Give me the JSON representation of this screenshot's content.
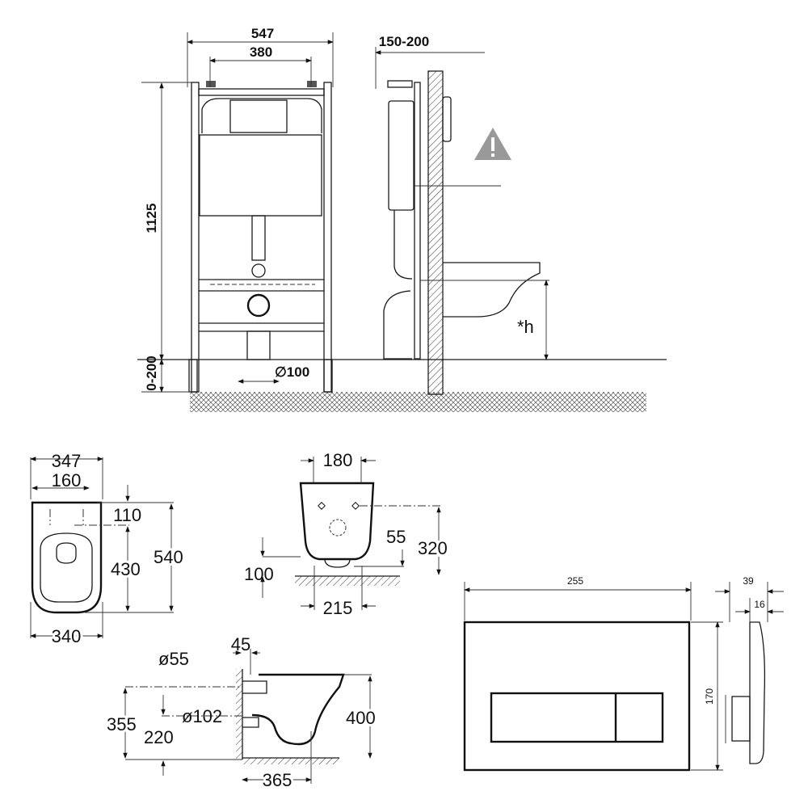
{
  "installation_frame": {
    "width_outer": "547",
    "width_inner": "380",
    "height": "1125",
    "leg_adjust": "0-200",
    "drain_diameter": "∅100",
    "wall_depth": "150-200",
    "bowl_height": "*h",
    "warning_icon": "warning-triangle"
  },
  "bowl_top_view": {
    "overall_width": "347",
    "hole_spacing": "160",
    "hole_offset": "110",
    "hole_to_front": "430",
    "length": "540",
    "base_width": "340"
  },
  "bowl_rear_view": {
    "hole_spacing": "180",
    "outlet_offset": "55",
    "bolt_height": "320",
    "outlet_height": "100",
    "width_at_floor": "215"
  },
  "bowl_side_view": {
    "wall_gap": "45",
    "inlet_diameter": "ø55",
    "outlet_diameter": "ø102",
    "inlet_height": "355",
    "outlet_height": "220",
    "bowl_height": "400",
    "projection": "365"
  },
  "flush_plate": {
    "width": "255",
    "height": "170",
    "total_depth": "39",
    "plate_depth": "16"
  }
}
